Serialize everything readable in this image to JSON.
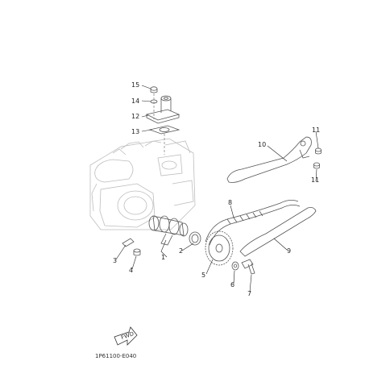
{
  "diagram": {
    "part_numbers": [
      "1",
      "2",
      "3",
      "4",
      "5",
      "6",
      "7",
      "8",
      "9",
      "10",
      "11",
      "11",
      "12",
      "13",
      "14",
      "15"
    ],
    "fwd_label": "FWD",
    "diagram_code": "1P61100-E040"
  }
}
